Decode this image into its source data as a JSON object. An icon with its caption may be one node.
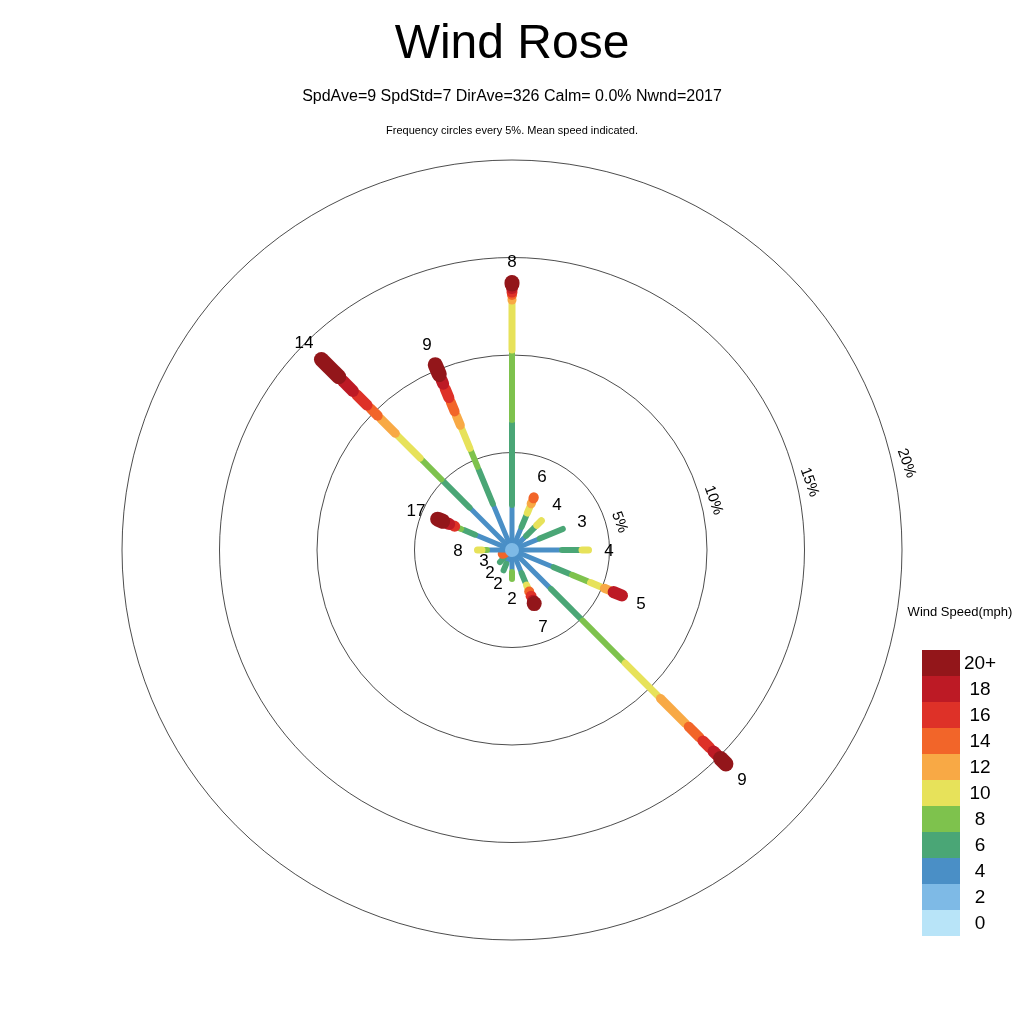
{
  "diagram": {
    "title": "Wind Rose",
    "labels": [
      "SpdAve=9  SpdStd=7  DirAve=326   Calm= 0.0%  Nwnd=2017",
      "Frequency circles every 5%. Mean speed indicated.",
      "8",
      "14",
      "9",
      "20%",
      "15%",
      "10%",
      "6",
      "4",
      "17",
      "3",
      "5%",
      "8",
      "4",
      "3",
      "2",
      "2",
      "2",
      "5",
      "Wind Speed(mph)",
      "7",
      "9"
    ],
    "legend": [
      {
        "text": "20+",
        "color": "#93161a"
      },
      {
        "text": "18",
        "color": "#bd1a25"
      },
      {
        "text": "16",
        "color": "#de3128"
      },
      {
        "text": "14",
        "color": "#f26529"
      },
      {
        "text": "12",
        "color": "#f8a945"
      },
      {
        "text": "10",
        "color": "#e7e25a"
      },
      {
        "text": "8",
        "color": "#7ec24d"
      },
      {
        "text": "6",
        "color": "#4aa676"
      },
      {
        "text": "4",
        "color": "#4a8fc6"
      },
      {
        "text": "2",
        "color": "#7ebae6"
      },
      {
        "text": "0",
        "color": "#b8e4f8"
      }
    ]
  }
}
